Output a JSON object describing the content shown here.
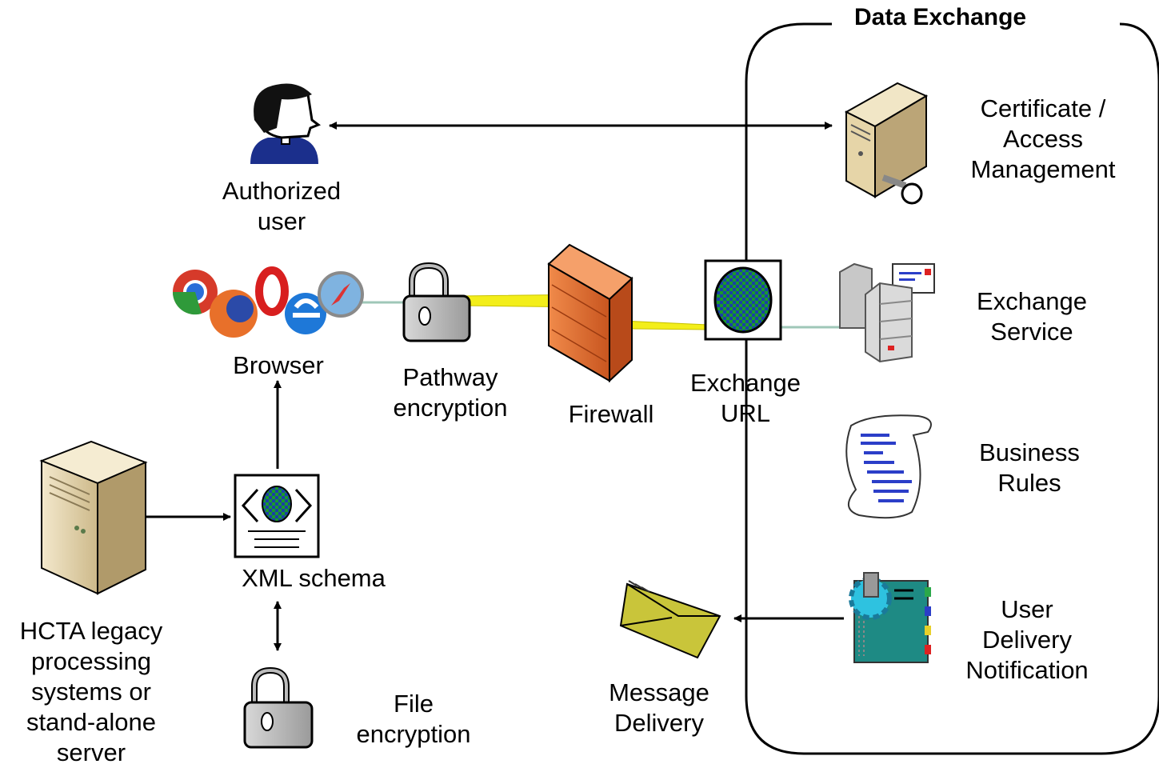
{
  "title": "Data Exchange",
  "labels": {
    "authorized_user": [
      "Authorized",
      "user"
    ],
    "certificate": [
      "Certificate /",
      "Access",
      "Management"
    ],
    "browser": [
      "Browser"
    ],
    "pathway": [
      "Pathway",
      "encryption"
    ],
    "firewall": [
      "Firewall"
    ],
    "exchange_url": [
      "Exchange",
      "URL"
    ],
    "exchange_service": [
      "Exchange",
      "Service"
    ],
    "business_rules": [
      "Business",
      "Rules"
    ],
    "hcta": [
      "HCTA legacy",
      "processing",
      "systems or",
      "stand-alone",
      "server"
    ],
    "xml_schema": [
      "XML schema"
    ],
    "file_encryption": [
      "File",
      "encryption"
    ],
    "message_delivery": [
      "Message",
      "Delivery"
    ],
    "user_delivery": [
      "User",
      "Delivery",
      "Notification"
    ]
  },
  "icons": [
    "person-icon",
    "server-key-icon",
    "browser-logos-icon",
    "padlock-icon",
    "firewall-icon",
    "globe-icon",
    "servers-envelope-icon",
    "scroll-icon",
    "xml-document-icon",
    "envelope-icon",
    "notebook-gear-icon"
  ],
  "colors": {
    "firewall": "#e8743a",
    "globe_green": "#1a9a2a",
    "globe_blue": "#1b3fa8",
    "lightning": "#f3ee1a",
    "envelope": "#c9c53a",
    "notebook": "#1e8a84"
  }
}
